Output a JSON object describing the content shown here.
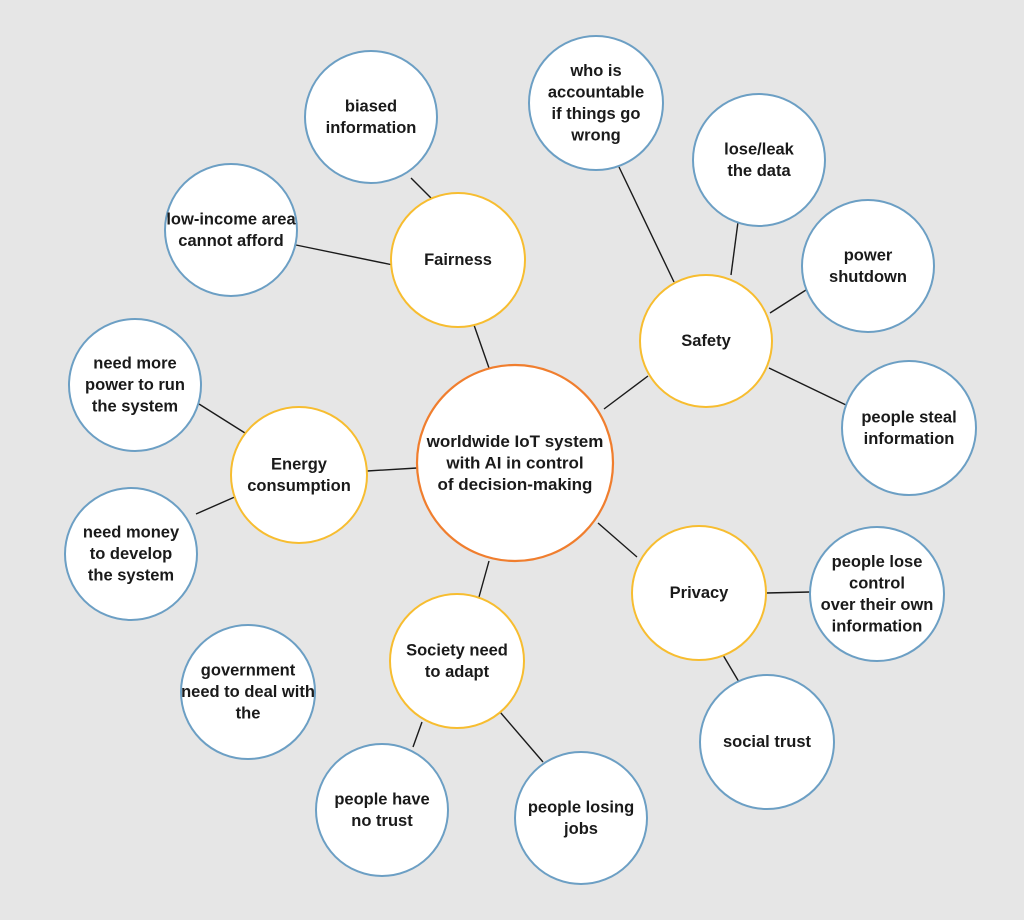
{
  "colors": {
    "background": "#e6e6e6",
    "node_fill": "#ffffff",
    "center_border": "#f07e2e",
    "category_border": "#f7bd30",
    "leaf_border": "#6c9fc4",
    "edge": "#1a1a1a",
    "text": "#1a1a1a"
  },
  "center": {
    "id": "center",
    "lines": [
      "worldwide IoT system",
      "with AI in control",
      "of decision-making"
    ]
  },
  "categories": [
    {
      "id": "fairness",
      "lines": [
        "Fairness"
      ]
    },
    {
      "id": "safety",
      "lines": [
        "Safety"
      ]
    },
    {
      "id": "energy-consumption",
      "lines": [
        "Energy",
        "consumption"
      ]
    },
    {
      "id": "privacy",
      "lines": [
        "Privacy"
      ]
    },
    {
      "id": "society-need-to-adapt",
      "lines": [
        "Society need",
        "to adapt"
      ]
    }
  ],
  "leaves": [
    {
      "id": "biased-information",
      "parent": "fairness",
      "lines": [
        "biased",
        "information"
      ]
    },
    {
      "id": "low-income-area",
      "parent": "fairness",
      "lines": [
        "low-income area",
        "cannot afford"
      ]
    },
    {
      "id": "who-is-accountable",
      "parent": "safety",
      "lines": [
        "who is",
        "accountable",
        "if things go",
        "wrong"
      ]
    },
    {
      "id": "lose-leak-data",
      "parent": "safety",
      "lines": [
        "lose/leak",
        "the data"
      ]
    },
    {
      "id": "power-shutdown",
      "parent": "safety",
      "lines": [
        "power",
        "shutdown"
      ]
    },
    {
      "id": "people-steal-information",
      "parent": "safety",
      "lines": [
        "people steal",
        "information"
      ]
    },
    {
      "id": "need-more-power",
      "parent": "energy-consumption",
      "lines": [
        "need more",
        "power to run",
        "the system"
      ]
    },
    {
      "id": "need-money",
      "parent": "energy-consumption",
      "lines": [
        "need money",
        "to develop",
        "the system"
      ]
    },
    {
      "id": "people-lose-control",
      "parent": "privacy",
      "lines": [
        "people lose",
        "control",
        "over their own",
        "information"
      ]
    },
    {
      "id": "social-trust",
      "parent": "privacy",
      "lines": [
        "social trust"
      ]
    },
    {
      "id": "people-have-no-trust",
      "parent": "society-need-to-adapt",
      "lines": [
        "people have",
        "no trust"
      ]
    },
    {
      "id": "people-losing-jobs",
      "parent": "society-need-to-adapt",
      "lines": [
        "people losing",
        "jobs"
      ]
    },
    {
      "id": "government-need-to-deal",
      "parent": null,
      "lines": [
        "government",
        "need to deal with",
        "the"
      ]
    }
  ]
}
